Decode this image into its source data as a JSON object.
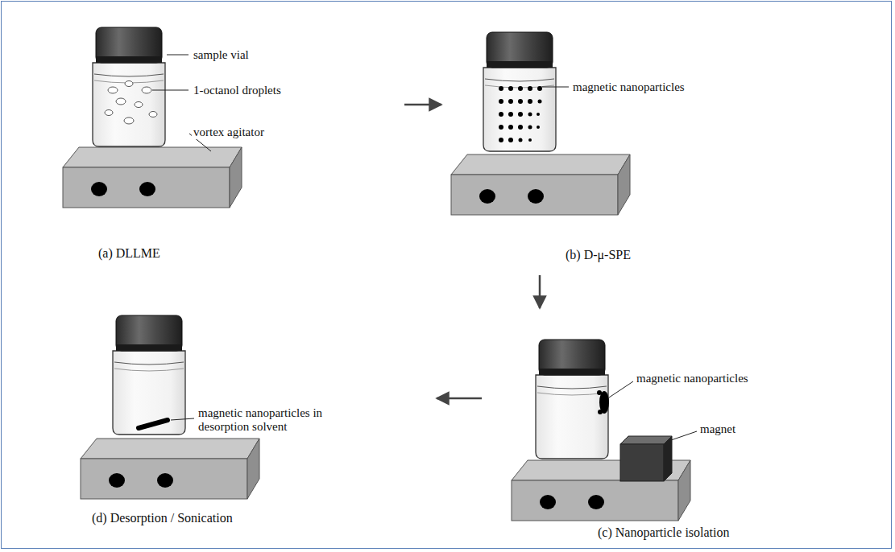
{
  "diagram": {
    "nodes": [
      {
        "text": [
          "(a) DLLME"
        ]
      },
      {
        "text": [
          "(b) D-μ-SPE"
        ]
      },
      {
        "text": [
          "(c) Nanoparticle isolation"
        ]
      },
      {
        "text": [
          "(d) Desorption / Sonication"
        ]
      }
    ],
    "edges": [
      {
        "from": 0,
        "to": 1,
        "arrow": "to"
      },
      {
        "from": 1,
        "to": 2,
        "arrow": "to"
      },
      {
        "from": 2,
        "to": 3,
        "arrow": "to"
      }
    ],
    "labels": [
      "sample vial",
      "1-octanol droplets",
      "vortex agitator",
      "magnetic nanoparticles",
      "magnetic nanoparticles",
      "magnet",
      "magnetic nanoparticles in desorption solvent"
    ]
  }
}
